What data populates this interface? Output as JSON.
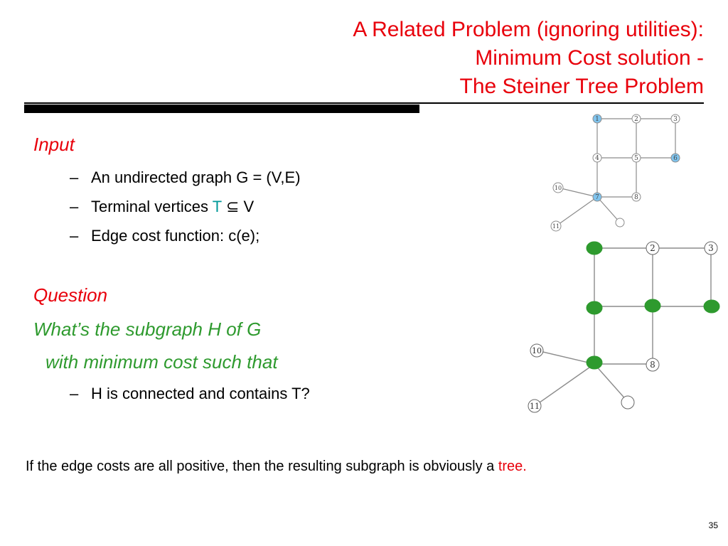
{
  "title": {
    "line1": "A Related Problem (ignoring utilities):",
    "line2": "Minimum  Cost solution -",
    "line3": "The Steiner Tree Problem"
  },
  "input": {
    "heading": "Input",
    "bullets": [
      "An undirected graph G = (V,E)",
      "Terminal vertices ",
      "Edge  cost function: c(e);"
    ],
    "terminal_symbol": "T",
    "subset_symbol": "⊆",
    "set_v": "V"
  },
  "question": {
    "heading": "Question",
    "line1": "What’s the subgraph H of G",
    "line2": "with minimum cost such that",
    "bullet": "H is connected and contains T?"
  },
  "dash": "–",
  "footer": {
    "text": "If the edge costs are all positive, then the resulting subgraph is obviously a ",
    "highlight": "tree."
  },
  "page_number": "35",
  "graph_small": {
    "labels": [
      "1",
      "2",
      "3",
      "4",
      "5",
      "6",
      "10",
      "7",
      "8",
      "11"
    ]
  },
  "graph_large": {
    "labels": [
      "2",
      "3",
      "10",
      "8",
      "11"
    ]
  },
  "colors": {
    "title": "#e8000b",
    "terminal_fill": "#7fc4ee",
    "steiner_green": "#2e9a2e",
    "edge": "#8c8c8c"
  }
}
